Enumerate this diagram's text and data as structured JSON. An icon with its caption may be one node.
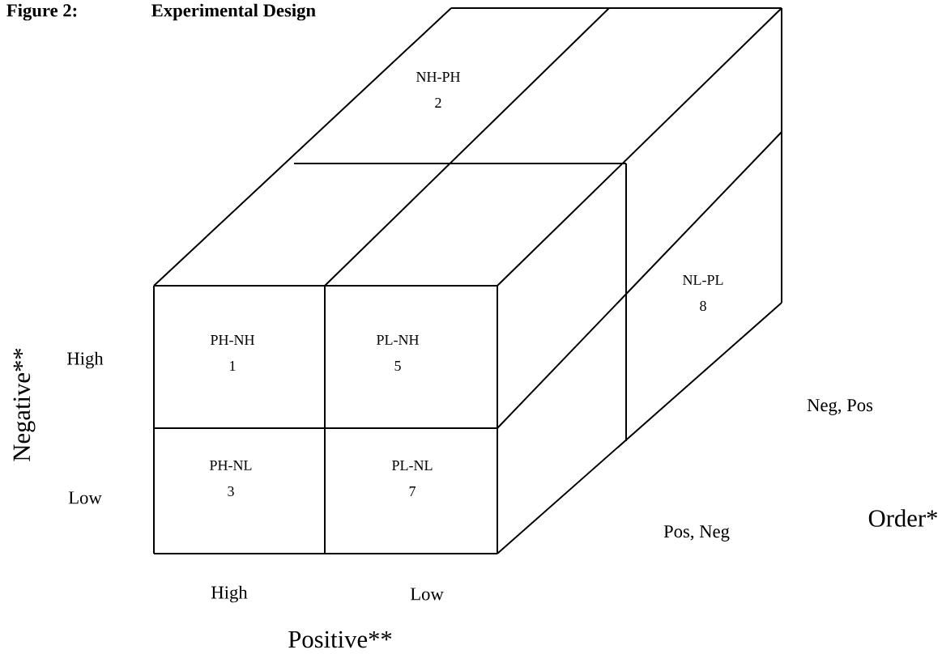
{
  "diagram": {
    "title": "Experimental Design",
    "nodes": [
      {
        "text": [
          "NH-PH",
          "2"
        ]
      },
      {
        "text": [
          "PH-NH",
          "1"
        ]
      },
      {
        "text": [
          "PL-NH",
          "5"
        ]
      },
      {
        "text": [
          "NL-PL",
          "8"
        ]
      },
      {
        "text": [
          "PH-NL",
          "3"
        ]
      },
      {
        "text": [
          "PL-NL",
          "7"
        ]
      }
    ],
    "labels": [
      "Figure 2:",
      "Negative**",
      "High",
      "Low",
      "Neg, Pos",
      "Order*",
      "Pos, Neg",
      "High",
      "Low",
      "Positive**"
    ]
  }
}
